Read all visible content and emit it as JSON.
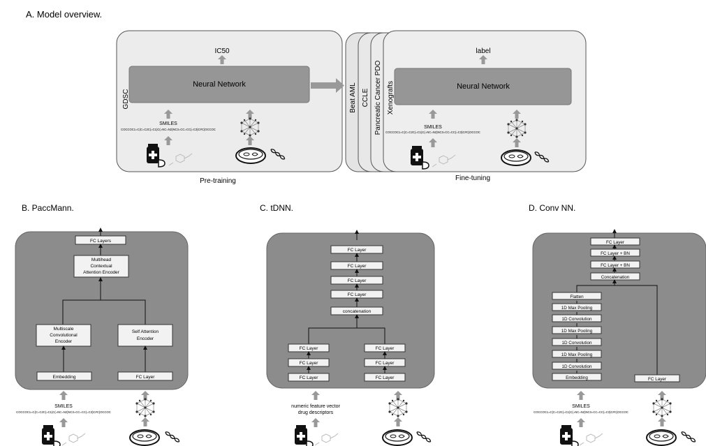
{
  "section_a": {
    "title": "A. Model overview.",
    "pretraining": {
      "output": "IC50",
      "network": "Neural Network",
      "dataset": "GDSC",
      "smiles_label": "SMILES",
      "smiles": "COCCOC1=C(C=C2C(=C1)C(=NC=N2)NC3=CC=CC(=C3)C#C)OCCOC",
      "caption": "Pre-training"
    },
    "finetuning": {
      "output": "label",
      "network": "Neural Network",
      "datasets": [
        "Beat AML",
        "CCLE",
        "Pancreatic Cancer PDO",
        "Xenografts"
      ],
      "smiles_label": "SMILES",
      "smiles": "COCCOC1=C(C=C2C(=C1)C(=NC=N2)NC3=CC=CC(=C3)C#C)OCCOC",
      "caption": "Fine-tuning"
    }
  },
  "section_b": {
    "title": "B. PaccMann.",
    "fc_layers": "FC Layers",
    "attention": [
      "Multihead",
      "Contextual",
      "Attention Encoder"
    ],
    "msc_encoder": [
      "Multiscale",
      "Convolutional",
      "Encoder"
    ],
    "self_attention": [
      "Self Attention",
      "Encoder"
    ],
    "embedding": "Embedding",
    "fc_layer": "FC Layer",
    "smiles_label": "SMILES",
    "smiles": "COCCOC1=C(C=C2C(=C1)C(=NC=N2)NC3=CC=CC(=C3)C#C)OCCOC"
  },
  "section_c": {
    "title": "C. tDNN.",
    "fc_layer": "FC Layer",
    "concatenation": "concatenation",
    "input_lines": [
      "numeric feature vector",
      "drug descriptors"
    ]
  },
  "section_d": {
    "title": "D. Conv NN.",
    "fc_layer": "FC Layer",
    "fc_bn": "FC Layer + BN",
    "concatenation": "Concatenation",
    "flatten": "Flatten",
    "pooling": "1D Max Pooling",
    "convolution": "1D Convolution",
    "embedding": "Embedding",
    "smiles_label": "SMILES",
    "smiles": "COCCOC1=C(C=C2C(=C1)C(=NC=N2)NC3=CC=CC(=C3)C#C)OCCOC"
  },
  "icons": [
    "drug-bottle-icon",
    "molecule-icon",
    "network-icon",
    "petri-dish-icon",
    "dna-icon",
    "up-arrow-icon"
  ],
  "colors": {
    "panel_light": "#eeeeee",
    "panel_dark": "#8c8c8c",
    "network_box": "#969696",
    "arrow": "#999999"
  }
}
